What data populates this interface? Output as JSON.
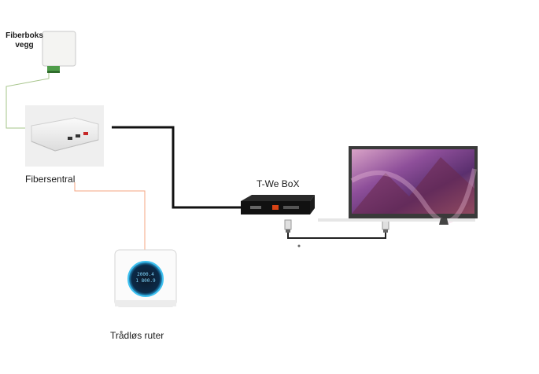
{
  "nodes": {
    "fiberboks_vegg": {
      "label_line1": "Fiberboks",
      "label_line2": "vegg"
    },
    "fibersentral": {
      "label": "Fibersentral"
    },
    "tv_box": {
      "label": "T-We BoX"
    },
    "router": {
      "label": "Trådløs ruter",
      "screen_value_1": "2000.4",
      "screen_value_2": "1 800.9"
    },
    "tv": {}
  },
  "connections": [
    {
      "from": "fiberboks_vegg",
      "to": "fibersentral",
      "kind": "fiber",
      "color": "#a6c48a"
    },
    {
      "from": "fibersentral",
      "to": "router",
      "kind": "ethernet",
      "color": "#f4a582"
    },
    {
      "from": "fibersentral",
      "to": "tv_box",
      "kind": "ethernet",
      "color": "#111111"
    },
    {
      "from": "tv_box",
      "to": "tv",
      "kind": "hdmi",
      "color": "#222222"
    }
  ]
}
